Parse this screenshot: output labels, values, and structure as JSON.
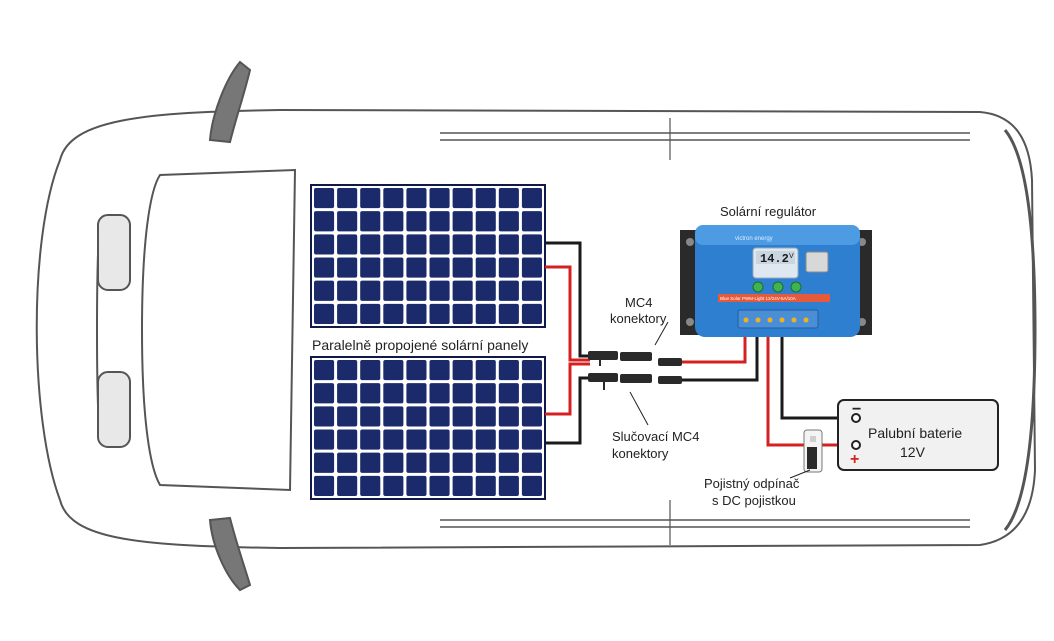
{
  "labels": {
    "panels": "Paralelně propojené solární panely",
    "controller": "Solární regulátor",
    "mc4_line1": "MC4",
    "mc4_line2": "konektory",
    "combiner_line1": "Slučovací MC4",
    "combiner_line2": "konektory",
    "breaker_line1": "Pojistný odpínač",
    "breaker_line2": "s DC pojistkou",
    "battery_line1": "Palubní baterie",
    "battery_line2": "12V"
  },
  "controller_display": {
    "reading": "14.2",
    "unit": "V",
    "brand": "victron energy",
    "model_text": "Blue Solar PWM-Light 12/24V-5A/10A"
  },
  "battery_terminals": {
    "negative": "−",
    "positive": "+"
  },
  "colors": {
    "positive_wire": "#d42020",
    "negative_wire": "#1a1a1a",
    "panel": "#1b2a6b",
    "panel_frame": "#0f1a4a",
    "controller": "#2f7fd0",
    "van_outline": "#555555"
  },
  "icons": [
    "solar-panel-icon",
    "mc4-connector-icon",
    "charge-controller-icon",
    "battery-icon",
    "breaker-icon",
    "van-outline-icon"
  ]
}
